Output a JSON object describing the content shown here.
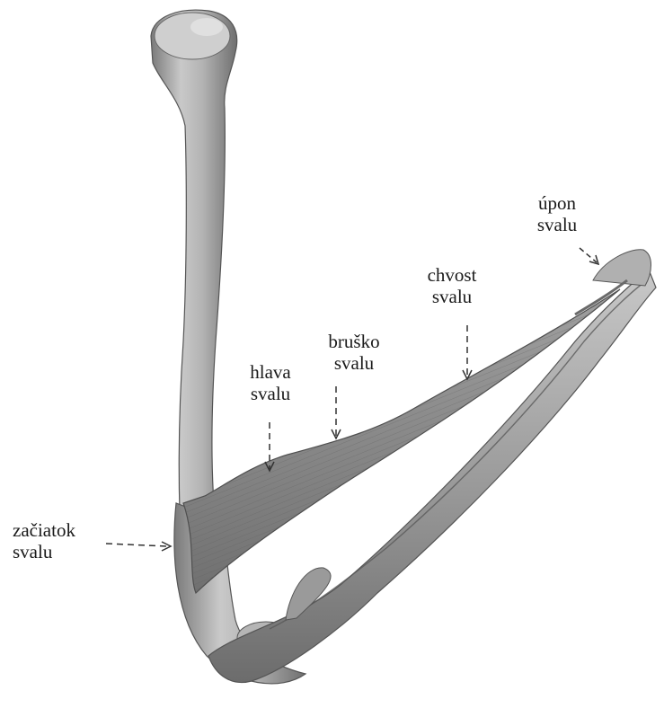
{
  "labels": {
    "origin": {
      "line1": "začiatok",
      "line2": "svalu"
    },
    "head": {
      "line1": "hlava",
      "line2": "svalu"
    },
    "belly": {
      "line1": "bruško",
      "line2": "svalu"
    },
    "tail": {
      "line1": "chvost",
      "line2": "svalu"
    },
    "insertion": {
      "line1": "úpon",
      "line2": "svalu"
    }
  },
  "colors": {
    "bone_light": "#d4d4d4",
    "bone_mid": "#a6a6a6",
    "bone_dark": "#6e6e6e",
    "muscle": "#8f8f8f",
    "muscle_dark": "#6a6a6a",
    "arrow": "#333333"
  }
}
